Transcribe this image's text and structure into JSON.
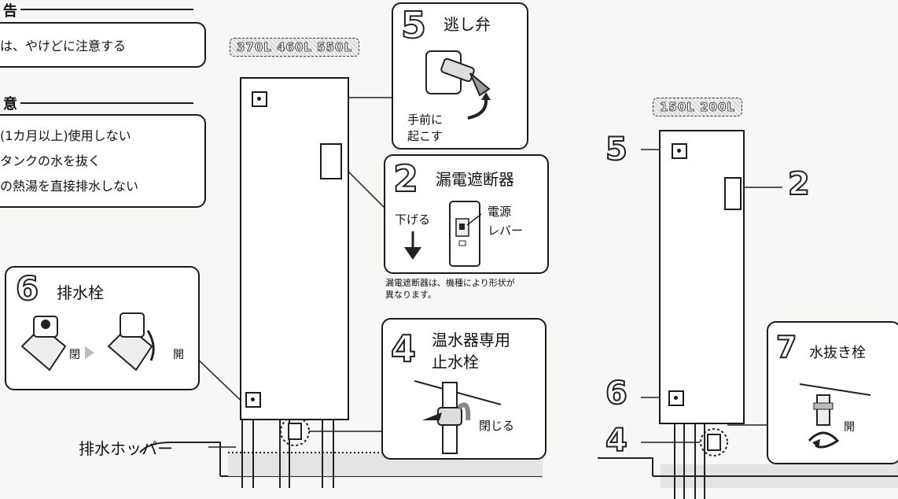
{
  "warning_box": {
    "heading": "告",
    "text": "は、やけどに注意する"
  },
  "caution_box": {
    "heading": "意",
    "lines": [
      "(1カ月以上)使用しない",
      "タンクの水を抜く",
      "の熱湯を直接排水しない"
    ]
  },
  "model_tag_left": "370L 460L 550L",
  "model_tag_right": "150L 200L",
  "panel_5": {
    "number": "5",
    "title": "逃し弁",
    "caption_line1": "手前に",
    "caption_line2": "起こす"
  },
  "panel_2": {
    "number": "2",
    "title": "漏電遮断器",
    "down_label": "下げる",
    "lever_line1": "電源",
    "lever_line2": "レバー",
    "note_line1": "漏電遮断器は、機種により形状が",
    "note_line2": "異なります。"
  },
  "panel_6": {
    "number": "6",
    "title": "排水栓",
    "closed_label": "閉",
    "open_label": "開"
  },
  "panel_4": {
    "number": "4",
    "title_line1": "温水器専用",
    "title_line2": "止水栓",
    "close_label": "閉じる"
  },
  "panel_7": {
    "number": "7",
    "title": "水抜き栓",
    "open_label": "開"
  },
  "drain_hopper_label": "排水ホッパー",
  "right_callouts": {
    "c5": "5",
    "c2": "2",
    "c6": "6",
    "c4": "4"
  }
}
